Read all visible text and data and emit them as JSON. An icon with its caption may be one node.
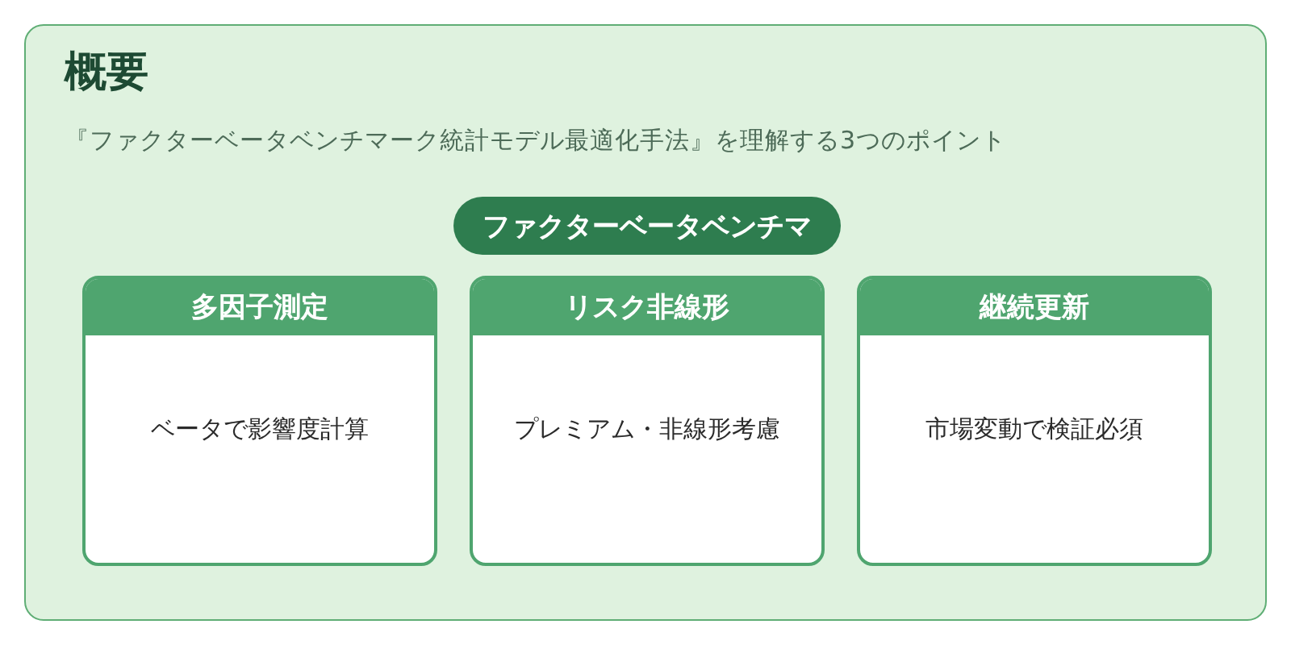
{
  "diagram": {
    "nodes": [
      {
        "text": [
          "概要",
          "『ファクターベータベンチマーク統計モデル最適化手法』を理解する3つのポイント"
        ]
      },
      {
        "text": [
          "ファクターベータベンチマ"
        ],
        "in": 0
      },
      {
        "text": [
          "多因子測定",
          "ベータで影響度計算"
        ],
        "in": 0
      },
      {
        "text": [
          "リスク非線形",
          "プレミアム・非線形考慮"
        ],
        "in": 0
      },
      {
        "text": [
          "継続更新",
          "市場変動で検証必須"
        ],
        "in": 0
      }
    ],
    "edges": []
  }
}
